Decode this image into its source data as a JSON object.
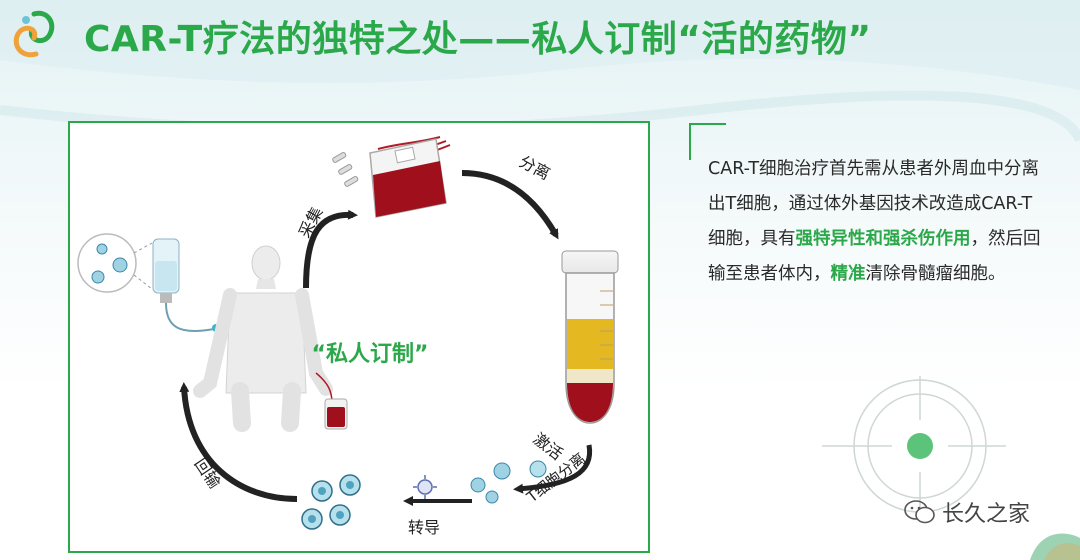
{
  "title": "CAR-T疗法的独特之处——私人订制“活的药物”",
  "diagram": {
    "center_label": "“私人订制”",
    "steps": {
      "collect": "采集",
      "separate": "分离",
      "activate": "激活",
      "t_separate": "T细胞分离",
      "transduce": "转导",
      "infuse": "回输"
    }
  },
  "description": {
    "part1": "CAR-T细胞治疗首先需从患者外周血中分离出T细胞，通过体外基因技术改造成CAR-T细胞，具有",
    "hl1": "强特异性和强杀伤作用",
    "part2": "，然后回输至患者体内，",
    "hl2": "精准",
    "part3": "清除骨髓瘤细胞。"
  },
  "watermark": "长久之家",
  "colors": {
    "accent": "#2ba84a",
    "text": "#2a2a2a",
    "arrow": "#222222",
    "blood": "#a0101c",
    "serum": "#e3b820"
  },
  "icons": [
    "logo-icon",
    "blood-bag-icon",
    "test-tube-icon",
    "iv-bag-icon",
    "human-figure-icon",
    "t-cell-icon",
    "car-t-cell-icon",
    "virus-icon",
    "target-icon",
    "wechat-icon"
  ]
}
